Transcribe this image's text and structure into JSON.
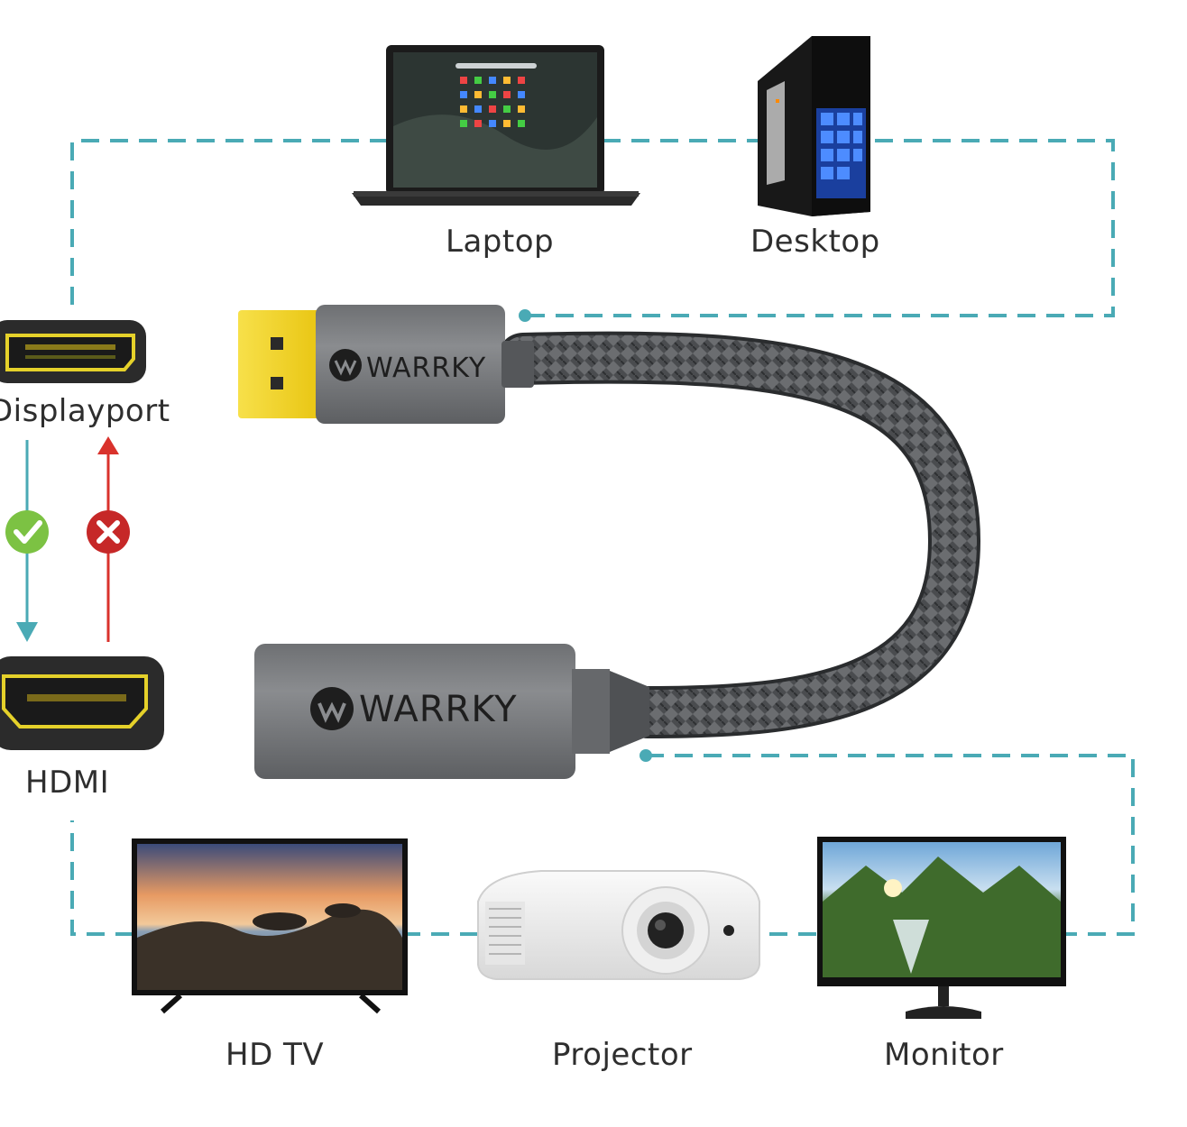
{
  "ports": {
    "displayport_label": "Displayport",
    "hdmi_label": "HDMI",
    "forward_status": "check",
    "reverse_status": "cross"
  },
  "sources": [
    {
      "label": "Laptop"
    },
    {
      "label": "Desktop"
    }
  ],
  "displays": [
    {
      "label": "HD TV"
    },
    {
      "label": "Projector"
    },
    {
      "label": "Monitor"
    }
  ],
  "adapter": {
    "brand_top": "WARRKY",
    "brand_bottom": "WARRKY"
  },
  "colors": {
    "dashed_line": "#4aaab5",
    "check": "#7cc243",
    "cross": "#c62828",
    "arrow_down": "#4aaab5",
    "arrow_up": "#d9322c",
    "connector_gold": "#f2d31a",
    "housing": "#7b7d80"
  }
}
